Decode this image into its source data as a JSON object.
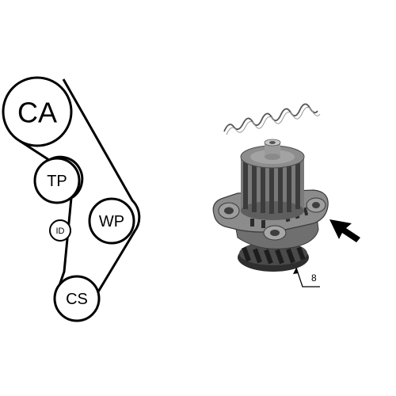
{
  "belt_diagram": {
    "pulleys": [
      {
        "id": "ca",
        "label": "CA"
      },
      {
        "id": "tp",
        "label": "TP"
      },
      {
        "id": "id",
        "label": "ID"
      },
      {
        "id": "wp",
        "label": "WP"
      },
      {
        "id": "cs",
        "label": "CS"
      }
    ]
  },
  "product_image": {
    "callout_label": "8",
    "spring_seal": "wavy-spring-icon",
    "arrow": "direction-arrow-icon"
  },
  "colors": {
    "line": "#000000",
    "background": "#ffffff",
    "pump_body": "#7f7f7f",
    "pump_dark": "#3c3c3c",
    "pump_light": "#b5b5b5"
  }
}
